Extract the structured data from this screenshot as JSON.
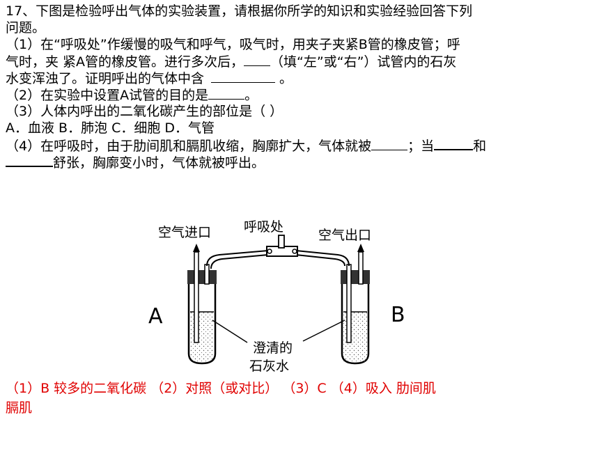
{
  "question": {
    "line1": "17、下图是检验呼出气体的实验装置，请根据你所学的知识和实验经验回答下列",
    "line2": "问题。",
    "p1_line1": "（1）在“呼吸处”作缓慢的吸气和呼气，吸气时，用夹子夹紧B管的橡皮管；呼",
    "p1_line2": "气时，夹 紧A管的橡皮管。进行多次后，",
    "p1_line2_after": "（填“左”或“右”）试管内的石灰",
    "p1_line3": "水变浑浊了。证明呼出的气体中含",
    "p1_line3_end": "。",
    "p2_pre": "（2）在实验中设置A试管的目的是",
    "p2_end": "。",
    "p3": "（3）人体内呼出的二氧化碳产生的部位是（    ）",
    "options": "A．血液    B．肺泡    C．细胞    D．气管",
    "p4_line1_pre": "（4）在呼吸时，由于肋间肌和膈肌收缩，胸廓扩大，气体就被",
    "p4_line1_mid": "；当",
    "p4_line1_end": "和",
    "p4_line2_end": "舒张，胸廓变小时，气体就被呼出。"
  },
  "diagram": {
    "air_inlet": "空气进口",
    "breath": "呼吸处",
    "air_outlet": "空气出口",
    "label_a": "A",
    "label_b": "B",
    "limewater_1": "澄清的",
    "limewater_2": "石灰水"
  },
  "answer": {
    "line1": "（1）B   较多的二氧化碳   （2）对照（或对比）    （3）C    （4）吸入   肋间肌",
    "line2": "膈肌",
    "color": "#e00000"
  }
}
